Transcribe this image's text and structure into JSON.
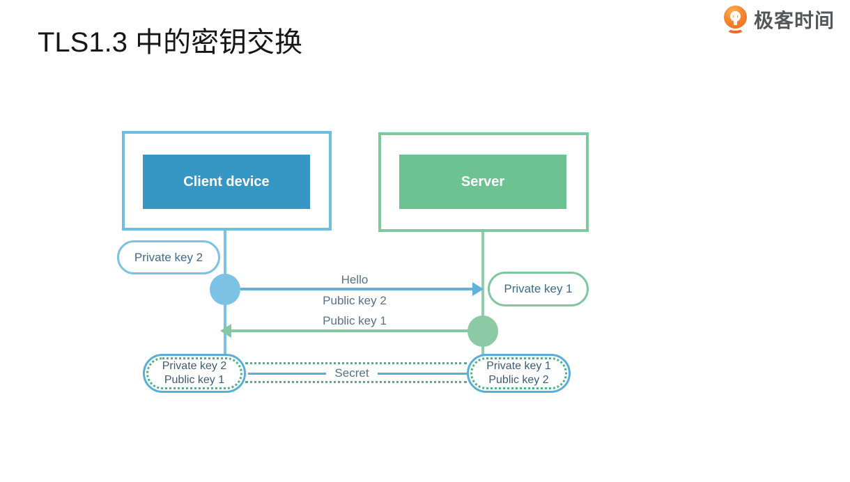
{
  "page": {
    "title": "TLS1.3 中的密钥交换"
  },
  "logo": {
    "text": "极客时间"
  },
  "colors": {
    "client_fill": "#3697C4",
    "client_line": "#7CC2E4",
    "client_arrow": "#60B1DC",
    "server_fill": "#6CC291",
    "server_line": "#8FCEAA",
    "server_arrow": "#82C8A1",
    "shared_pill_border": "#58AED9",
    "secret_dotted": "#4DB380",
    "label_text": "#56718A",
    "logo_orange": "#EE6A21"
  },
  "diagram": {
    "client": {
      "label": "Client device"
    },
    "server": {
      "label": "Server"
    },
    "client_private_key": {
      "label": "Private key 2"
    },
    "server_private_key": {
      "label": "Private key 1"
    },
    "messages": {
      "hello": "Hello",
      "public_key_2": "Public key 2",
      "public_key_1": "Public key 1"
    },
    "client_shared_keys": {
      "line1": "Private key 2",
      "line2": "Public key 1"
    },
    "server_shared_keys": {
      "line1": "Private key 1",
      "line2": "Public key 2"
    },
    "secret": {
      "label": "Secret"
    }
  }
}
